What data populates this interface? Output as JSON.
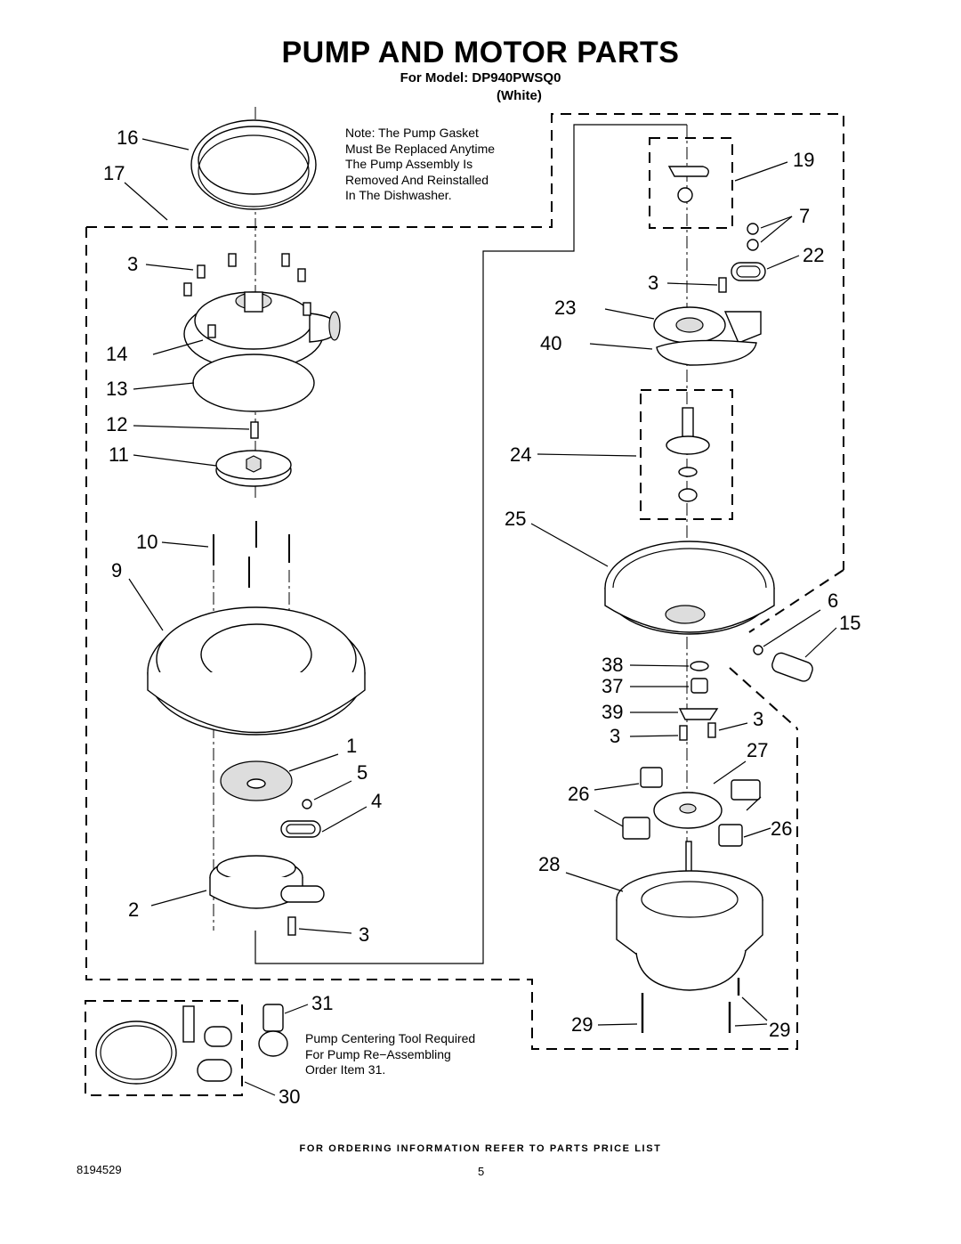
{
  "header": {
    "title": "PUMP AND MOTOR PARTS",
    "model_line": "For Model: DP940PWSQ0",
    "color_line": "(White)"
  },
  "notes": {
    "gasket_note": [
      "Note: The Pump Gasket",
      "Must Be Replaced Anytime",
      "The Pump Assembly Is",
      "Removed And Reinstalled",
      "In The Dishwasher."
    ],
    "tool_note": [
      "Pump Centering Tool Required",
      "For Pump Re−Assembling",
      "Order Item 31."
    ]
  },
  "callouts": {
    "c16": "16",
    "c17": "17",
    "c3a": "3",
    "c14": "14",
    "c13": "13",
    "c12": "12",
    "c11": "11",
    "c10": "10",
    "c9": "9",
    "c1": "1",
    "c5": "5",
    "c4": "4",
    "c2": "2",
    "c3b": "3",
    "c31": "31",
    "c30": "30",
    "c19": "19",
    "c7": "7",
    "c22": "22",
    "c3c": "3",
    "c23": "23",
    "c40": "40",
    "c24": "24",
    "c25": "25",
    "c6": "6",
    "c15": "15",
    "c38": "38",
    "c37": "37",
    "c39": "39",
    "c3d": "3",
    "c3e": "3",
    "c27": "27",
    "c26a": "26",
    "c26b": "26",
    "c28": "28",
    "c29a": "29",
    "c29b": "29"
  },
  "footer": {
    "ordering_info": "FOR ORDERING INFORMATION REFER TO PARTS PRICE LIST",
    "part_number": "8194529",
    "page_number": "5"
  }
}
